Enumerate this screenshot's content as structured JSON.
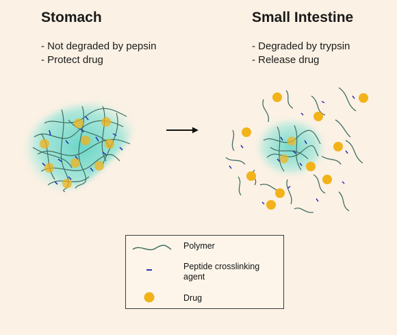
{
  "stomach": {
    "title": "Stomach",
    "bullets": [
      "- Not degraded by pepsin",
      "- Protect drug"
    ]
  },
  "intestine": {
    "title": "Small Intestine",
    "bullets": [
      "- Degraded by trypsin",
      "- Release drug"
    ]
  },
  "legend": {
    "polymer": "Polymer",
    "peptide": "Peptide crosslinking agent",
    "drug": "Drug"
  },
  "colors": {
    "background": "#fbf1e4",
    "gel_cloud": "#7fdcd0",
    "polymer": "#3f6e62",
    "peptide": "#2a2fb8",
    "drug": "#f2b21a",
    "arrow": "#111111"
  },
  "icons": [
    "arrow-right-icon",
    "polymer-strand-icon",
    "peptide-crosslinker-icon",
    "drug-dot-icon"
  ]
}
